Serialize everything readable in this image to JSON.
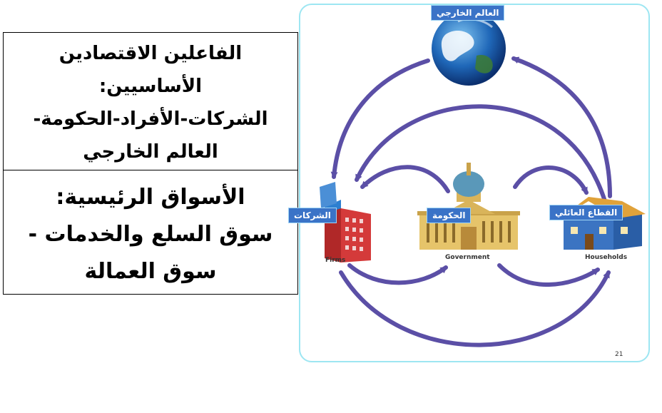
{
  "text_box": {
    "actors_lines": [
      "الفاعلين الاقتصادين",
      "الأساسيين:",
      "الشركات-الأفراد-الحكومة-",
      "العالم الخارجي"
    ],
    "markets_lines": [
      "الأسواق الرئيسية:",
      "سوق السلع والخدمات -",
      "سوق العمالة"
    ]
  },
  "diagram": {
    "nodes": {
      "world": {
        "label": "العالم الخارجي"
      },
      "firms": {
        "label": "الشركات",
        "caption": "Firms"
      },
      "government": {
        "label": "الحكومة",
        "caption": "Government"
      },
      "households": {
        "label": "القطاع العائلي",
        "caption": "Households"
      }
    },
    "page_number": "21",
    "colors": {
      "arrow": "#5b4fa6",
      "label_bg": "#3a73c7",
      "frame": "#9de6f2"
    }
  }
}
